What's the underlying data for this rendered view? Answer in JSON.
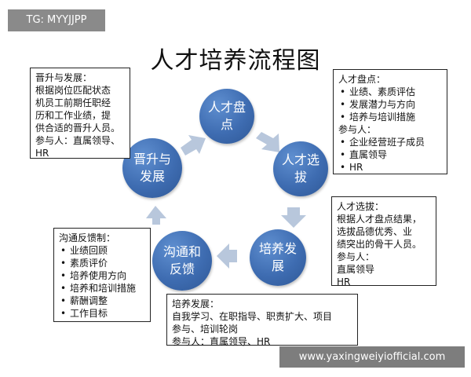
{
  "badge": {
    "text": "TG: MYYJJPP"
  },
  "watermark": {
    "text": "www.yaxingweiyiofficial.com"
  },
  "title": "人才培养流程图",
  "nodes": {
    "talent_inventory": {
      "line1": "人才盘",
      "line2": "点"
    },
    "talent_selection": {
      "line1": "人才选",
      "line2": "拔"
    },
    "training_development": {
      "line1": "培养发",
      "line2": "展"
    },
    "communication_feedback": {
      "line1": "沟通和",
      "line2": "反馈"
    },
    "promotion_development": {
      "line1": "晋升与",
      "line2": "发展"
    }
  },
  "boxes": {
    "promotion": {
      "heading": "晋升与发展：",
      "lines": [
        "根据岗位匹配状态",
        "机员工前期任职经",
        "历和工作业绩，提",
        "供合适的晋升人员。",
        "参与人：直属领导、",
        "HR"
      ]
    },
    "inventory": {
      "heading": "人才盘点：",
      "bullets": [
        "业绩、素质评估",
        "发展潜力与方向",
        "培养与培训措施"
      ],
      "participants_label": "参与人：",
      "participants": [
        "企业经营班子成员",
        "直属领导",
        "HR"
      ]
    },
    "selection": {
      "heading": "人才选拔：",
      "lines": [
        "根据人才盘点结果，",
        "选拔品德优秀、业",
        "绩突出的骨干人员。",
        "参与人：",
        "直属领导",
        "HR"
      ]
    },
    "feedback": {
      "heading": "沟通反馈制：",
      "bullets": [
        "业绩回顾",
        "素质评价",
        "培养使用方向",
        "培养和培训措施",
        "薪酬调整",
        "工作目标"
      ]
    },
    "training": {
      "heading": "培养发展：",
      "lines": [
        "自我学习、在职指导、职责扩大、项目",
        "参与、培训轮岗",
        "参与人：直属领导、HR"
      ]
    }
  },
  "colors": {
    "node": "#3e6cb1",
    "arrow": "#b8c7dc"
  }
}
